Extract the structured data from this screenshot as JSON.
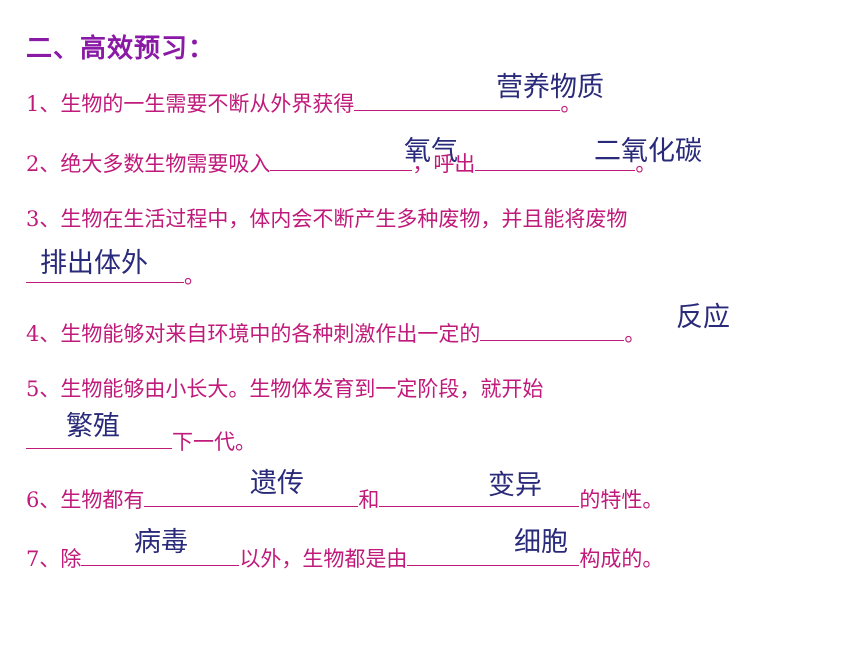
{
  "title": "二、高效预习：",
  "lines": [
    {
      "pre": "1、生物的一生需要不断从外界获得",
      "post": "。"
    },
    {
      "pre": "2、绝大多数生物需要吸入",
      "mid": "，呼出",
      "post": "。"
    },
    {
      "pre": "3、生物在生活过程中，体内会不断产生多种废物，并且能将废物"
    },
    {
      "post": "。"
    },
    {
      "pre": "4、生物能够对来自环境中的各种刺激作出一定的",
      "post": "。"
    },
    {
      "pre": "5、生物能够由小长大。生物体发育到一定阶段，就开始"
    },
    {
      "post": "下一代。"
    },
    {
      "pre": "6、生物都有",
      "mid": "和",
      "post": "的特性。"
    },
    {
      "pre": "7、除",
      "mid": "以外，生物都是由",
      "post": "构成的。"
    }
  ],
  "answers": {
    "nutrients": "营养物质",
    "oxygen": "氧气",
    "co2": "二氧化碳",
    "excrete": "排出体外",
    "response": "反应",
    "reproduce": "繁殖",
    "heredity": "遗传",
    "variation": "变异",
    "virus": "病毒",
    "cell": "细胞"
  }
}
